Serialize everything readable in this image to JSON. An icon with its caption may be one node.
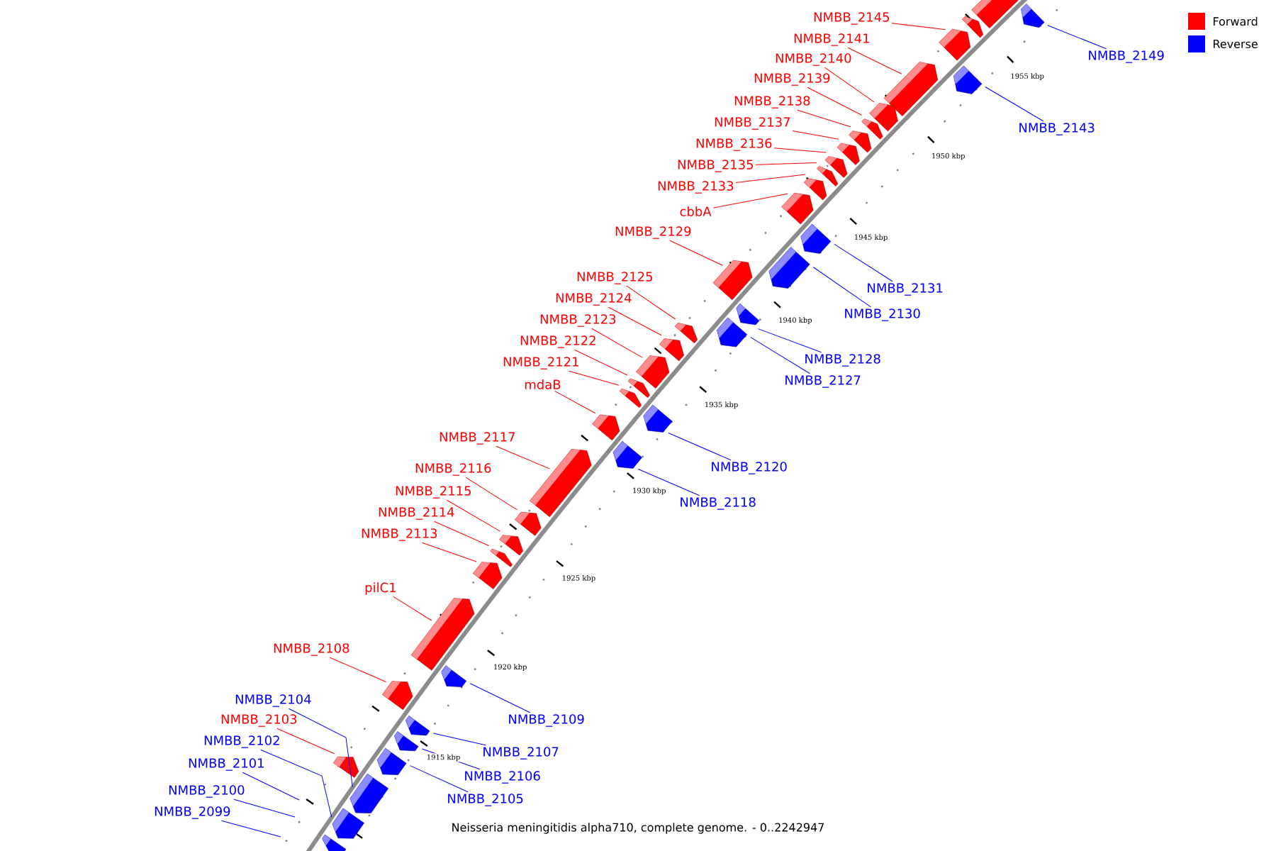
{
  "diagram": {
    "caption": "Neisseria meningitidis alpha710, complete genome. - 0..2242947",
    "nodes": [
      {
        "text": [
          "NMBB_2145"
        ]
      },
      {
        "text": [],
        "shape": "arrow"
      },
      {
        "text": [
          "NMBB_2141"
        ]
      },
      {
        "text": [],
        "shape": "arrow"
      },
      {
        "text": [
          "NMBB_2149"
        ]
      },
      {
        "text": [],
        "shape": "arrow"
      },
      {
        "text": [
          "NMBB_2140"
        ]
      },
      {
        "text": [],
        "shape": "arrow"
      },
      {
        "text": [
          "NMBB_2139"
        ]
      },
      {
        "text": [],
        "shape": "arrow"
      },
      {
        "text": [
          "NMBB_2138"
        ]
      },
      {
        "text": [],
        "shape": "arrow"
      },
      {
        "text": [
          "NMBB_2137"
        ]
      },
      {
        "text": [],
        "shape": "arrow"
      },
      {
        "text": [
          "NMBB_2143"
        ]
      },
      {
        "text": [],
        "shape": "arrow"
      },
      {
        "text": [
          "NMBB_2136"
        ]
      },
      {
        "text": [],
        "shape": "arrow"
      },
      {
        "text": [
          "NMBB_2135"
        ]
      },
      {
        "text": [],
        "shape": "arrow"
      },
      {
        "text": [
          "NMBB_2133"
        ]
      },
      {
        "text": [],
        "shape": "arrow"
      },
      {
        "text": [
          "cbbA"
        ]
      },
      {
        "text": [],
        "shape": "arrow"
      },
      {
        "text": [
          "NMBB_2129"
        ]
      },
      {
        "text": [],
        "shape": "arrow"
      },
      {
        "text": [
          "NMBB_2125"
        ]
      },
      {
        "text": [],
        "shape": "arrow"
      },
      {
        "text": [
          "NMBB_2131"
        ]
      },
      {
        "text": [],
        "shape": "arrow"
      },
      {
        "text": [
          "NMBB_2124"
        ]
      },
      {
        "text": [],
        "shape": "arrow"
      },
      {
        "text": [
          "NMBB_2130"
        ]
      },
      {
        "text": [],
        "shape": "arrow"
      },
      {
        "text": [
          "NMBB_2123"
        ]
      },
      {
        "text": [],
        "shape": "arrow"
      },
      {
        "text": [
          "NMBB_2122"
        ]
      },
      {
        "text": [],
        "shape": "arrow"
      },
      {
        "text": [
          "NMBB_2121"
        ]
      },
      {
        "text": [],
        "shape": "arrow"
      },
      {
        "text": [
          "NMBB_2128"
        ]
      },
      {
        "text": [],
        "shape": "arrow"
      },
      {
        "text": [
          "NMBB_2127"
        ]
      },
      {
        "text": [],
        "shape": "arrow"
      },
      {
        "text": [
          "mdaB"
        ]
      },
      {
        "text": [],
        "shape": "arrow"
      },
      {
        "text": [
          "NMBB_2117"
        ]
      },
      {
        "text": [],
        "shape": "arrow"
      },
      {
        "text": [
          "NMBB_2120"
        ]
      },
      {
        "text": [],
        "shape": "arrow"
      },
      {
        "text": [
          "NMBB_2116"
        ]
      },
      {
        "text": [],
        "shape": "arrow"
      },
      {
        "text": [
          "NMBB_2118"
        ]
      },
      {
        "text": [],
        "shape": "arrow"
      },
      {
        "text": [
          "NMBB_2115"
        ]
      },
      {
        "text": [],
        "shape": "arrow"
      },
      {
        "text": [
          "NMBB_2114"
        ]
      },
      {
        "text": [],
        "shape": "arrow"
      },
      {
        "text": [
          "NMBB_2113"
        ]
      },
      {
        "text": [],
        "shape": "arrow"
      },
      {
        "text": [
          "pilC1"
        ]
      },
      {
        "text": [],
        "shape": "arrow"
      },
      {
        "text": [
          "NMBB_2108"
        ]
      },
      {
        "text": [],
        "shape": "arrow"
      },
      {
        "text": [
          "NMBB_2104"
        ]
      },
      {
        "text": [],
        "shape": "arrow"
      },
      {
        "text": [
          "NMBB_2109"
        ]
      },
      {
        "text": [],
        "shape": "arrow"
      },
      {
        "text": [
          "NMBB_2103"
        ]
      },
      {
        "text": [],
        "shape": "arrow"
      },
      {
        "text": [
          "NMBB_2102"
        ]
      },
      {
        "text": [],
        "shape": "arrow"
      },
      {
        "text": [
          "NMBB_2107"
        ]
      },
      {
        "text": [],
        "shape": "arrow"
      },
      {
        "text": [
          "NMBB_2101"
        ]
      },
      {
        "text": [
          "NMBB_2106"
        ]
      },
      {
        "text": [],
        "shape": "arrow"
      },
      {
        "text": [
          "NMBB_2100"
        ]
      },
      {
        "text": [
          "NMBB_2105"
        ]
      },
      {
        "text": [],
        "shape": "arrow"
      },
      {
        "text": [
          "NMBB_2099"
        ]
      },
      {
        "text": [],
        "shape": "arrow"
      },
      {
        "text": [],
        "shape": "arrow"
      },
      {
        "text": [],
        "shape": "arrow"
      }
    ],
    "edges": [
      {
        "from": 0,
        "to": 1,
        "arrow": "none"
      },
      {
        "from": 2,
        "to": 3,
        "arrow": "none"
      },
      {
        "from": 4,
        "to": 5,
        "arrow": "none",
        "color": "#0000ff"
      },
      {
        "from": 6,
        "to": 7,
        "arrow": "none"
      },
      {
        "from": 8,
        "to": 9,
        "arrow": "none"
      },
      {
        "from": 10,
        "to": 11,
        "arrow": "none"
      },
      {
        "from": 12,
        "to": 13,
        "arrow": "none"
      },
      {
        "from": 14,
        "to": 15,
        "arrow": "none",
        "color": "#0000ff"
      },
      {
        "from": 16,
        "to": 17,
        "arrow": "none"
      },
      {
        "from": 18,
        "to": 19,
        "arrow": "none"
      },
      {
        "from": 20,
        "to": 21,
        "arrow": "none"
      },
      {
        "from": 22,
        "to": 23,
        "arrow": "none"
      },
      {
        "from": 24,
        "to": 25,
        "arrow": "none"
      },
      {
        "from": 26,
        "to": 27,
        "arrow": "none"
      },
      {
        "from": 28,
        "to": 29,
        "arrow": "none",
        "color": "#0000ff"
      },
      {
        "from": 30,
        "to": 31,
        "arrow": "none"
      },
      {
        "from": 32,
        "to": 33,
        "arrow": "none",
        "color": "#0000ff"
      },
      {
        "from": 34,
        "to": 35,
        "arrow": "none"
      },
      {
        "from": 36,
        "to": 37,
        "arrow": "none"
      },
      {
        "from": 38,
        "to": 39,
        "arrow": "none"
      },
      {
        "from": 40,
        "to": 41,
        "arrow": "none",
        "color": "#0000ff"
      },
      {
        "from": 42,
        "to": 43,
        "arrow": "none",
        "color": "#0000ff"
      },
      {
        "from": 44,
        "to": 45,
        "arrow": "none"
      },
      {
        "from": 46,
        "to": 47,
        "arrow": "none"
      },
      {
        "from": 48,
        "to": 49,
        "arrow": "none",
        "color": "#0000ff"
      },
      {
        "from": 50,
        "to": 51,
        "arrow": "none"
      },
      {
        "from": 52,
        "to": 53,
        "arrow": "none",
        "color": "#0000ff"
      },
      {
        "from": 54,
        "to": 55,
        "arrow": "none"
      },
      {
        "from": 56,
        "to": 57,
        "arrow": "none"
      },
      {
        "from": 58,
        "to": 59,
        "arrow": "none"
      },
      {
        "from": 60,
        "to": 61,
        "arrow": "none"
      },
      {
        "from": 62,
        "to": 63,
        "arrow": "none"
      },
      {
        "from": 64,
        "to": 65,
        "arrow": "none",
        "color": "#0000ff"
      },
      {
        "from": 66,
        "to": 67,
        "arrow": "none",
        "color": "#0000ff"
      },
      {
        "from": 68,
        "to": 69,
        "arrow": "none"
      },
      {
        "from": 70,
        "to": 71,
        "arrow": "none",
        "color": "#0000ff"
      },
      {
        "from": 72,
        "to": 73,
        "arrow": "none",
        "color": "#0000ff"
      },
      {
        "from": 74,
        "to": null,
        "arrow": "none",
        "color": "#0000ff"
      },
      {
        "from": 75,
        "to": 76,
        "arrow": "none",
        "color": "#0000ff"
      },
      {
        "from": 77,
        "to": null,
        "arrow": "none",
        "color": "#0000ff"
      },
      {
        "from": 78,
        "to": 79,
        "arrow": "none",
        "color": "#0000ff"
      },
      {
        "from": 80,
        "to": null,
        "arrow": "none",
        "color": "#0000ff"
      }
    ],
    "labels": [
      "1915 kbp",
      "1920 kbp",
      "1925 kbp",
      "1930 kbp",
      "1935 kbp",
      "1940 kbp",
      "1945 kbp",
      "1950 kbp",
      "1955 kbp"
    ],
    "legend": [
      {
        "text": "Forward",
        "color": "#ff0000"
      },
      {
        "text": "Reverse",
        "color": "#0000ff"
      }
    ]
  }
}
